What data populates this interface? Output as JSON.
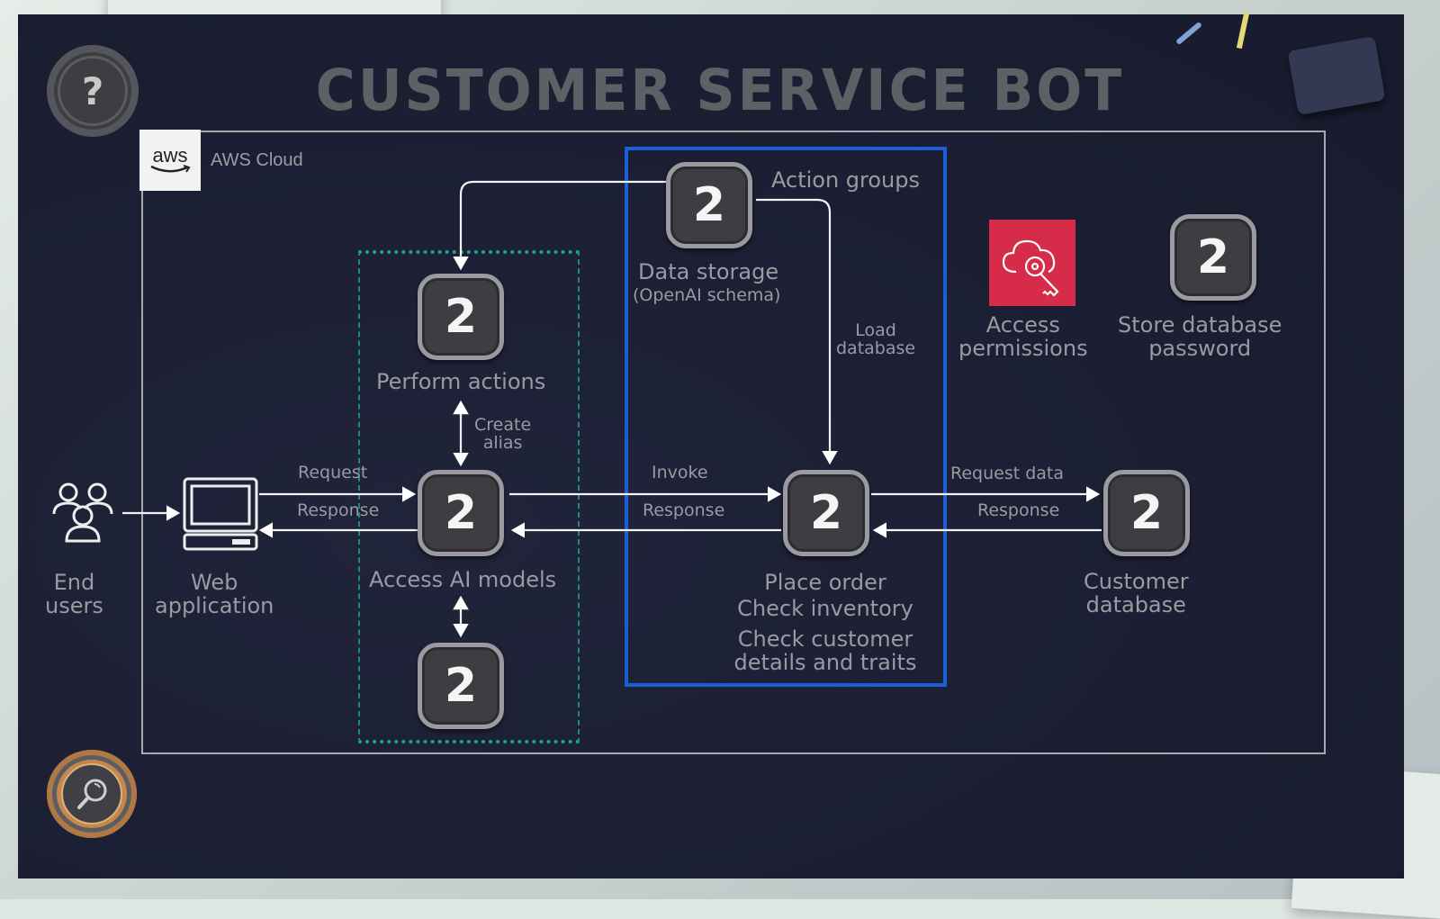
{
  "title": "CUSTOMER SERVICE BOT",
  "hud": {
    "help_icon": "question-mark-icon",
    "zoom_icon": "magnifier-icon"
  },
  "cloud": {
    "logo_text": "aws",
    "label": "AWS Cloud"
  },
  "node_value": "2",
  "nodes": {
    "perform_actions": {
      "value": "2",
      "label": "Perform actions"
    },
    "access_ai": {
      "value": "2",
      "label": "Access AI models"
    },
    "ai_bottom": {
      "value": "2"
    },
    "data_storage": {
      "value": "2",
      "label": "Data storage",
      "sublabel": "(OpenAI schema)"
    },
    "place_order": {
      "value": "2",
      "label_lines": [
        "Place order",
        "Check inventory",
        "Check customer",
        "details and traits"
      ]
    },
    "customer_db": {
      "value": "2",
      "label_lines": [
        "Customer",
        "database"
      ]
    },
    "store_password": {
      "value": "2",
      "label_lines": [
        "Store database",
        "password"
      ]
    }
  },
  "icons": {
    "end_users": {
      "label_lines": [
        "End",
        "users"
      ]
    },
    "web_app": {
      "label_lines": [
        "Web",
        "application"
      ]
    },
    "access_permissions": {
      "label_lines": [
        "Access",
        "permissions"
      ]
    }
  },
  "groups": {
    "action_groups": "Action groups"
  },
  "edges": {
    "request": "Request",
    "response_1": "Response",
    "invoke": "Invoke",
    "response_2": "Response",
    "request_data": "Request data",
    "response_3": "Response",
    "create_alias": [
      "Create",
      "alias"
    ],
    "load_database": [
      "Load",
      "database"
    ]
  },
  "colors": {
    "board": "#1c1f33",
    "action_group_border": "#1a5ed8",
    "dashed_group_border": "#1fa58a",
    "permissions_icon": "#d62c4a",
    "title": "#5f6066"
  }
}
